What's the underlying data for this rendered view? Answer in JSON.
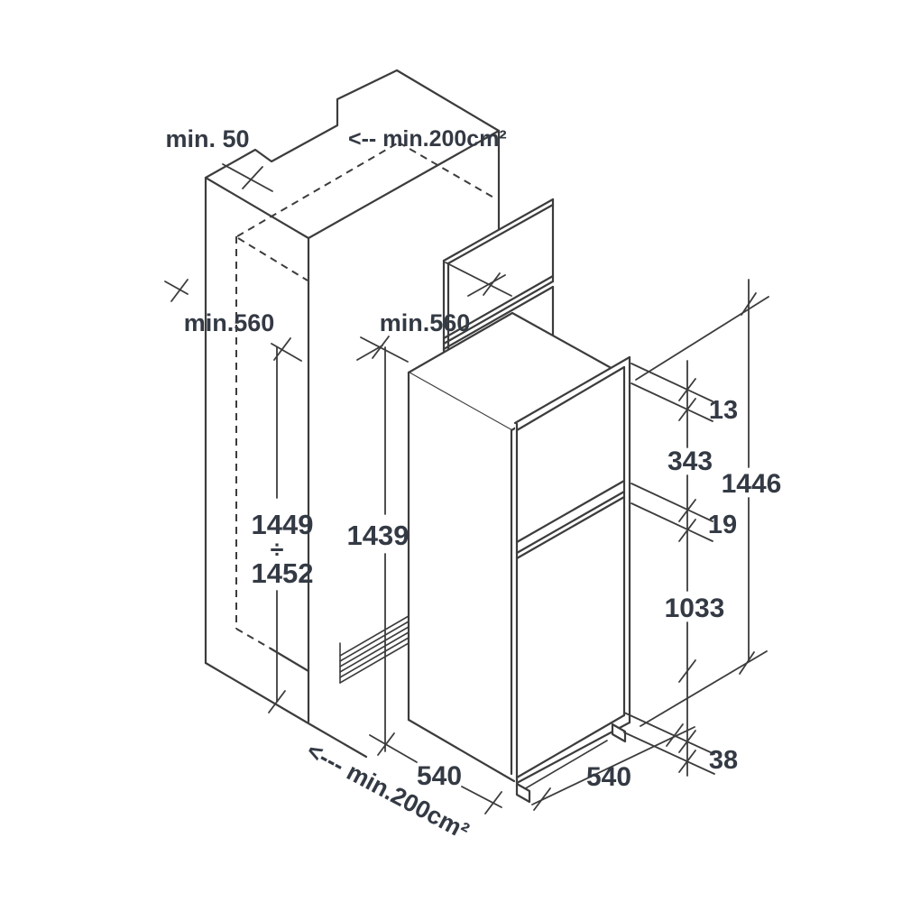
{
  "meta": {
    "title": "Built-in fridge-freezer niche installation dimensions diagram"
  },
  "colors": {
    "line": "#3c3c3c",
    "text": "#343a44",
    "background": "#ffffff"
  },
  "labels": {
    "top_clearance": "min. 50",
    "top_vent": "<-- min.200cm²",
    "cabinet_depth": "min.560",
    "niche_depth": "min.560",
    "niche_height_min": "1449",
    "division_sign": "÷",
    "niche_height_max": "1452",
    "inner_height": "1439",
    "top_gap": "13",
    "freezer_door_height": "343",
    "overall_height": "1446",
    "door_gap": "19",
    "fridge_door_height": "1033",
    "plinth_gap": "38",
    "depth_base": "540",
    "width_base": "540",
    "bottom_vent": "<--- min.200cm²"
  }
}
